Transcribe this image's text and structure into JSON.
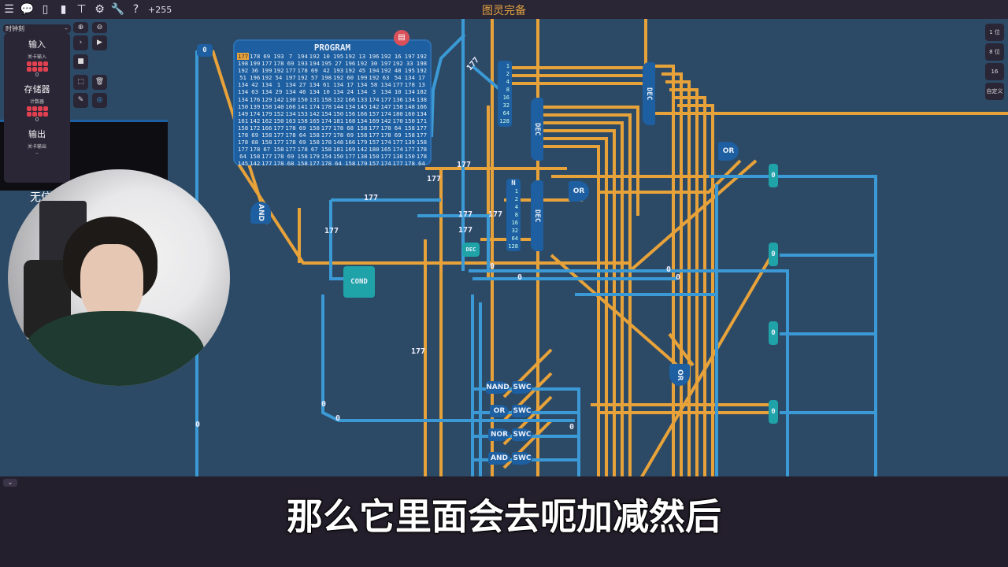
{
  "app": {
    "title": "图灵完备",
    "score": "+255"
  },
  "toolbar": {
    "icons": [
      "menu-icon",
      "chat-icon",
      "file-icon",
      "book-icon",
      "hierarchy-icon",
      "gear-icon",
      "wrench-icon",
      "help-icon"
    ]
  },
  "clock": {
    "label": "时钟刻",
    "value": "–"
  },
  "left_panel": {
    "input_title": "输入",
    "input_sub": "关卡输入",
    "input_value": "0",
    "storage_title": "存储器",
    "storage_sub": "计数器",
    "storage_value": "0",
    "output_title": "输出",
    "output_sub": "关卡输出",
    "output_value": "–"
  },
  "left_tools": [
    "zoom-in-icon",
    "zoom-out-icon",
    "step-icon",
    "play-icon",
    "stop-icon",
    "select-icon",
    "delete-icon",
    "pencil-icon",
    "color-wheel-icon"
  ],
  "right_buttons": [
    "1 位",
    "8 位",
    "16",
    "自定义"
  ],
  "behind_webcam_text": "无信",
  "program": {
    "title": "PROGRAM",
    "rows": [
      [
        177,
        178,
        69,
        193,
        7,
        194,
        192,
        10,
        195,
        192,
        13,
        196,
        192,
        16,
        197,
        192
      ],
      [
        198,
        199,
        177,
        178,
        69,
        193,
        194,
        195,
        27,
        196,
        192,
        30,
        197,
        192,
        33,
        198
      ],
      [
        192,
        36,
        199,
        192,
        177,
        178,
        69,
        42,
        193,
        192,
        45,
        194,
        192,
        48,
        195,
        192
      ],
      [
        51,
        196,
        192,
        54,
        197,
        192,
        57,
        198,
        192,
        60,
        199,
        192,
        63,
        54,
        134,
        17
      ],
      [
        134,
        42,
        134,
        1,
        134,
        27,
        134,
        61,
        134,
        17,
        134,
        58,
        134,
        177,
        178,
        13
      ],
      [
        134,
        63,
        134,
        29,
        134,
        46,
        134,
        10,
        134,
        24,
        134,
        3,
        134,
        10,
        134,
        182
      ],
      [
        134,
        176,
        129,
        142,
        130,
        150,
        131,
        158,
        132,
        166,
        133,
        174,
        177,
        136,
        134,
        138
      ],
      [
        150,
        139,
        158,
        140,
        166,
        141,
        174,
        178,
        144,
        134,
        145,
        142,
        147,
        158,
        148,
        166
      ],
      [
        149,
        174,
        179,
        152,
        134,
        153,
        142,
        154,
        150,
        156,
        166,
        157,
        174,
        180,
        160,
        134
      ],
      [
        161,
        142,
        162,
        150,
        163,
        158,
        165,
        174,
        181,
        168,
        134,
        169,
        142,
        170,
        150,
        171
      ],
      [
        158,
        172,
        166,
        177,
        178,
        69,
        158,
        177,
        178,
        68,
        158,
        177,
        178,
        64,
        158,
        177
      ],
      [
        178,
        69,
        158,
        177,
        178,
        64,
        158,
        177,
        178,
        69,
        158,
        177,
        178,
        69,
        158,
        177
      ],
      [
        178,
        68,
        158,
        177,
        178,
        69,
        158,
        178,
        148,
        166,
        179,
        157,
        174,
        177,
        139,
        158
      ],
      [
        177,
        178,
        67,
        158,
        177,
        178,
        67,
        158,
        181,
        169,
        142,
        180,
        165,
        174,
        177,
        178
      ],
      [
        64,
        158,
        177,
        178,
        69,
        158,
        179,
        154,
        150,
        177,
        138,
        150,
        177,
        138,
        150,
        178
      ],
      [
        145,
        142,
        177,
        178,
        68,
        158,
        177,
        178,
        64,
        158,
        179,
        157,
        174,
        177,
        178,
        64
      ]
    ]
  },
  "components": {
    "and": "AND",
    "cond": "COND",
    "dec": "DEC",
    "n": "N",
    "or": "OR",
    "nand": "NAND",
    "nor": "NOR",
    "swc": "SWC",
    "bits": [
      "1",
      "2",
      "4",
      "8",
      "16",
      "32",
      "64",
      "128"
    ],
    "counter_value": "0"
  },
  "wire_labels": [
    "177",
    "177",
    "177",
    "177",
    "177",
    "177",
    "177",
    "177",
    "177",
    "0",
    "0",
    "0",
    "0",
    "0",
    "0",
    "0",
    "0"
  ],
  "colors": {
    "canvas": "#2c4a66",
    "wire_orange": "#e8a23a",
    "wire_blue": "#3b9ad6",
    "component": "#1d5fa0",
    "accent_red": "#e0404f"
  },
  "subtitle": "那么它里面会去呃加减然后"
}
